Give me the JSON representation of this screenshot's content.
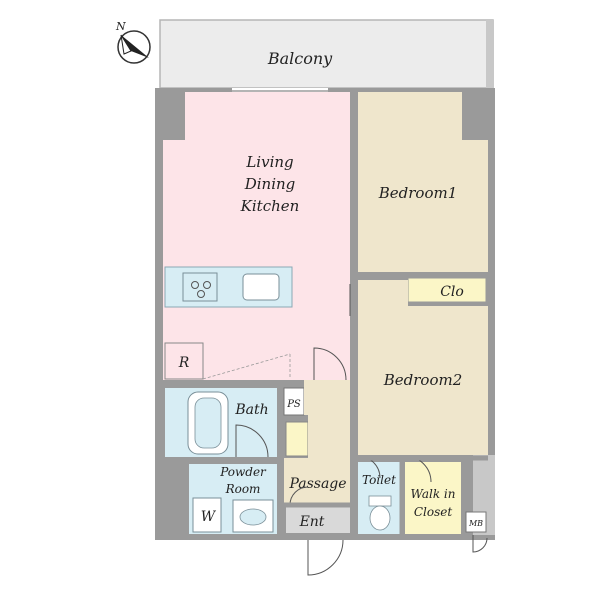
{
  "compass": {
    "north_label": "N",
    "icon": "north-arrow-icon"
  },
  "rooms": {
    "balcony": "Balcony",
    "ldk_line1": "Living",
    "ldk_line2": "Dining",
    "ldk_line3": "Kitchen",
    "bedroom1": "Bedroom1",
    "clo": "Clo",
    "bedroom2": "Bedroom2",
    "refrigerator": "R",
    "bath": "Bath",
    "ps": "PS",
    "powder_line1": "Powder",
    "powder_line2": "Room",
    "washer": "W",
    "passage": "Passage",
    "toilet": "Toilet",
    "walkin_line1": "Walk in",
    "walkin_line2": "Closet",
    "entrance": "Ent",
    "mb": "MB"
  },
  "colors": {
    "wall": "#9a9a9a",
    "wall_light": "#c8c8c8",
    "balcony": "#ececec",
    "ldk": "#fde4e8",
    "bedroom": "#efe6cc",
    "wet_area": "#d7edf4",
    "passage": "#efe6cc",
    "walkin": "#fbf6c7",
    "clo": "#fbf6c7"
  }
}
